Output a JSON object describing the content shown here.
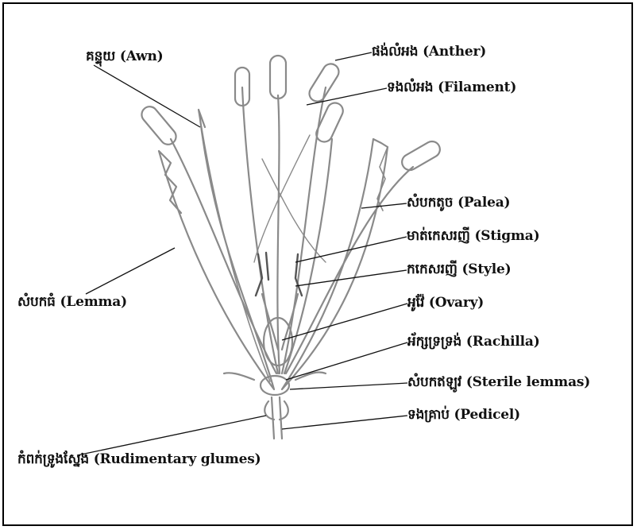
{
  "labels": {
    "awn": "គន្ទុយ (Awn)",
    "anther": "ផង់លំអង (Anther)",
    "filament": "ទងលំអង (Filament)",
    "palea": "សំបកតូច (Palea)",
    "stigma": "មាត់កេសរញី (Stigma)",
    "style": "កកេសរញី (Style)",
    "lemma": "សំបកធំ (Lemma)",
    "ovary": "អូវ៉ែ (Ovary)",
    "rachilla": "អ័ក្សទ្រទ្រង់ (Rachilla)",
    "sterile_lemmas": "សំបកឥឡូវ (Sterile lemmas)",
    "pedicel": "ទងគ្រាប់ (Pedicel)",
    "rudimentary_glumes": "កំពក់ទ្រូងស្នែង (Rudimentary glumes)"
  },
  "colors": {
    "border": "#000000",
    "line": "#111111",
    "drawing": "#8a8a8a",
    "text": "#111111"
  }
}
